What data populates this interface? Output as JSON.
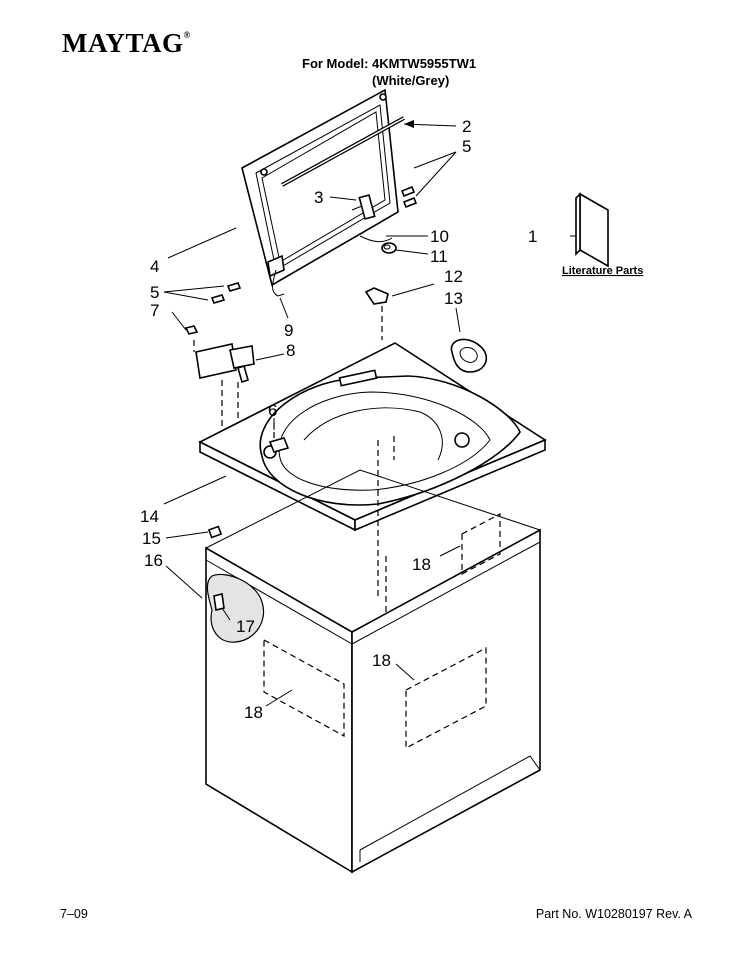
{
  "brand": {
    "logo": "MAYTAG",
    "mark": "®"
  },
  "header": {
    "model_line": "For Model: 4KMTW5955TW1",
    "color_line": "(White/Grey)"
  },
  "literature_label": "Literature Parts",
  "callouts": [
    {
      "id": "c1",
      "text": "1"
    },
    {
      "id": "c2",
      "text": "2"
    },
    {
      "id": "c3",
      "text": "3"
    },
    {
      "id": "c4",
      "text": "4"
    },
    {
      "id": "c5a",
      "text": "5"
    },
    {
      "id": "c5b",
      "text": "5"
    },
    {
      "id": "c6",
      "text": "6"
    },
    {
      "id": "c7",
      "text": "7"
    },
    {
      "id": "c8",
      "text": "8"
    },
    {
      "id": "c9",
      "text": "9"
    },
    {
      "id": "c10",
      "text": "10"
    },
    {
      "id": "c11",
      "text": "11"
    },
    {
      "id": "c12",
      "text": "12"
    },
    {
      "id": "c13",
      "text": "13"
    },
    {
      "id": "c14",
      "text": "14"
    },
    {
      "id": "c15",
      "text": "15"
    },
    {
      "id": "c16",
      "text": "16"
    },
    {
      "id": "c17",
      "text": "17"
    },
    {
      "id": "c18a",
      "text": "18"
    },
    {
      "id": "c18b",
      "text": "18"
    },
    {
      "id": "c18c",
      "text": "18"
    }
  ],
  "footer": {
    "date": "7–09",
    "part_no": "Part No. W10280197 Rev. A"
  }
}
